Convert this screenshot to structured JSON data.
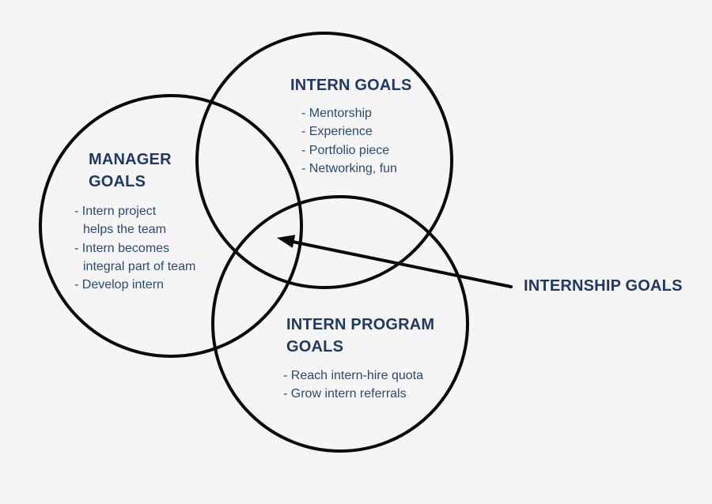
{
  "colors": {
    "background": "#f5f5f6",
    "circle_stroke": "#0a0a0a",
    "heading_text": "#1f3864",
    "body_text": "#2b4a73",
    "arrow": "#0a0a0a"
  },
  "diagram": {
    "type": "venn",
    "intern_goals": {
      "title": "INTERN GOALS",
      "items": [
        {
          "text": "- Mentorship"
        },
        {
          "text": "- Experience"
        },
        {
          "text": "- Portfolio piece"
        },
        {
          "text": "- Networking, fun"
        }
      ]
    },
    "manager_goals": {
      "title": "MANAGER\nGOALS",
      "items": [
        {
          "text": "- Intern project"
        },
        {
          "text": "helps the team",
          "cont": true
        },
        {
          "text": "- Intern becomes"
        },
        {
          "text": "integral part of team",
          "cont": true
        },
        {
          "text": "- Develop intern"
        }
      ]
    },
    "program_goals": {
      "title": "INTERN PROGRAM\nGOALS",
      "items": [
        {
          "text": "- Reach intern-hire quota"
        },
        {
          "text": "- Grow intern referrals"
        }
      ]
    },
    "annotation": {
      "label": "INTERNSHIP GOALS"
    }
  }
}
